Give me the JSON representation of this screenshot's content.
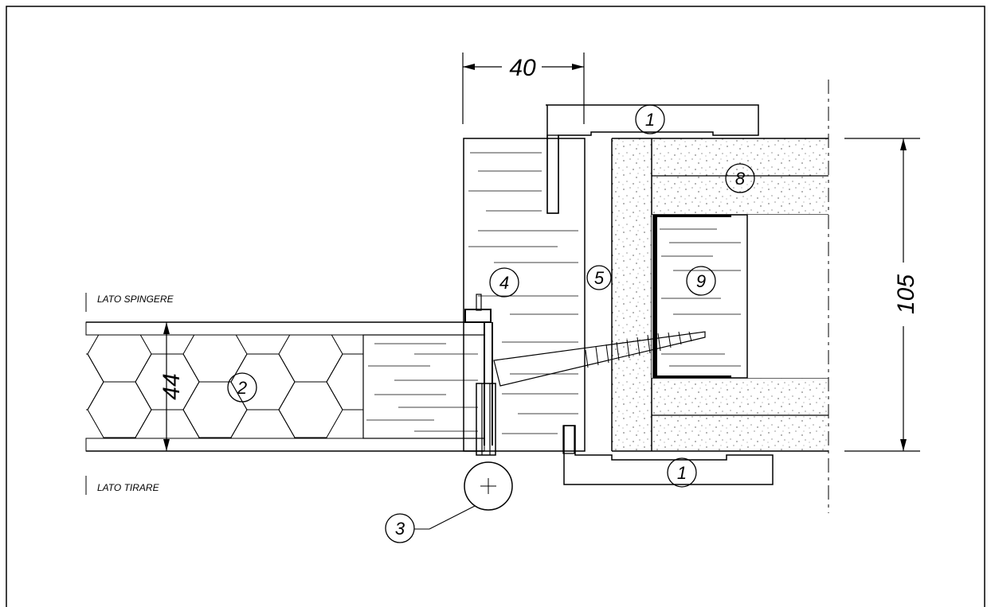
{
  "notes": {
    "push_side": "LATO SPINGERE",
    "pull_side": "LATO TIRARE"
  },
  "dimensions": {
    "width_40": "40",
    "door_thickness": "44",
    "wall_thickness": "105"
  },
  "callouts": {
    "c1_top": "1",
    "c1_bottom": "1",
    "c2": "2",
    "c3": "3",
    "c4": "4",
    "c5": "5",
    "c8": "8",
    "c9": "9"
  }
}
